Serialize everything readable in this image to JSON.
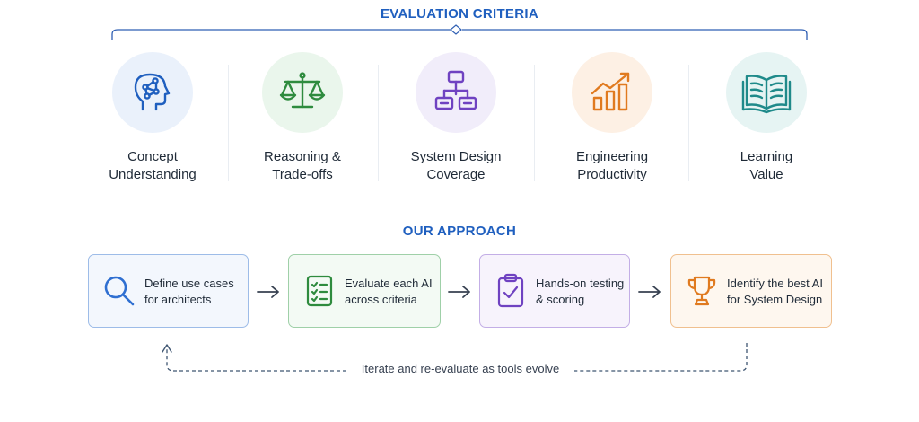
{
  "criteria": {
    "title": "EVALUATION CRITERIA",
    "items": [
      {
        "line1": "Concept",
        "line2": "Understanding",
        "icon": "head-network-icon",
        "color": "#1f5fbf"
      },
      {
        "line1": "Reasoning &",
        "line2": "Trade-offs",
        "icon": "balance-scale-icon",
        "color": "#2e8b3e"
      },
      {
        "line1": "System Design",
        "line2": "Coverage",
        "icon": "flowchart-icon",
        "color": "#6f42c1"
      },
      {
        "line1": "Engineering",
        "line2": "Productivity",
        "icon": "growth-chart-icon",
        "color": "#e07a1f"
      },
      {
        "line1": "Learning",
        "line2": "Value",
        "icon": "open-book-icon",
        "color": "#1f8a8a"
      }
    ]
  },
  "approach": {
    "title": "OUR APPROACH",
    "steps": [
      {
        "line1": "Define use cases",
        "line2": "for architects",
        "icon": "magnifier-icon",
        "color": "#2f6fd1"
      },
      {
        "line1": "Evaluate each AI",
        "line2": "across criteria",
        "icon": "checklist-icon",
        "color": "#2e8b3e"
      },
      {
        "line1": "Hands-on testing",
        "line2": "& scoring",
        "icon": "clipboard-check-icon",
        "color": "#6f42c1"
      },
      {
        "line1": "Identify the best AI",
        "line2": "for System Design",
        "icon": "trophy-icon",
        "color": "#e07a1f"
      }
    ],
    "loop_label": "Iterate and re-evaluate as tools evolve"
  }
}
